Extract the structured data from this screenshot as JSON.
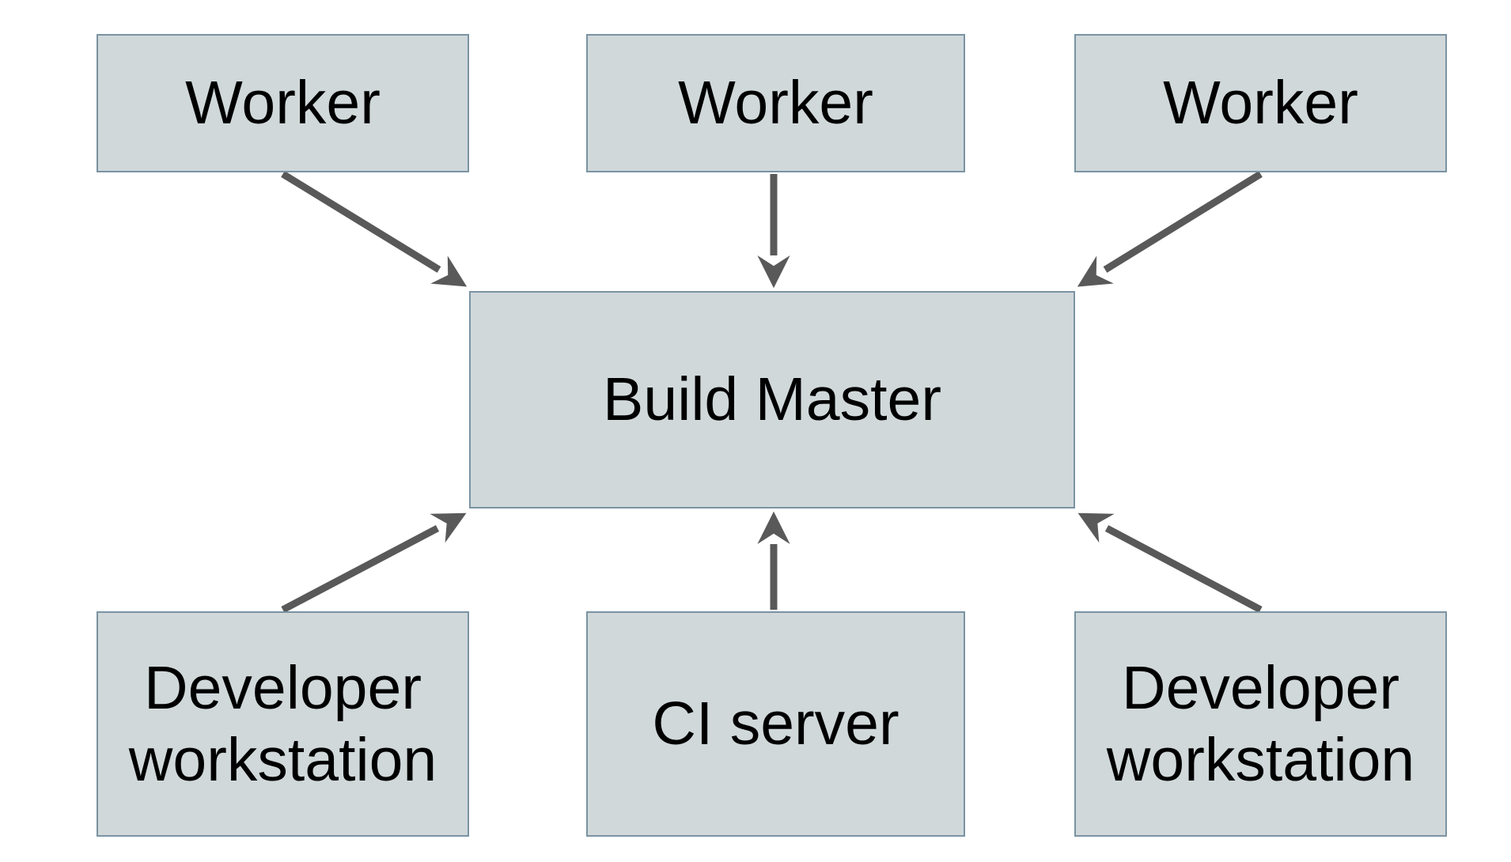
{
  "diagram": {
    "description": "Build farm architecture diagram: three Workers feed into a central Build Master; a CI server and two Developer workstations also send to the Build Master.",
    "nodes": {
      "worker_1": {
        "label": "Worker"
      },
      "worker_2": {
        "label": "Worker"
      },
      "worker_3": {
        "label": "Worker"
      },
      "build_master": {
        "label": "Build Master"
      },
      "dev_workstation_left": {
        "label": "Developer workstation"
      },
      "ci_server": {
        "label": "CI server"
      },
      "dev_workstation_right": {
        "label": "Developer workstation"
      }
    },
    "edges": [
      {
        "from": "worker_1",
        "to": "build_master",
        "direction": "down-right"
      },
      {
        "from": "worker_2",
        "to": "build_master",
        "direction": "down"
      },
      {
        "from": "worker_3",
        "to": "build_master",
        "direction": "down-left"
      },
      {
        "from": "dev_workstation_left",
        "to": "build_master",
        "direction": "up-right"
      },
      {
        "from": "ci_server",
        "to": "build_master",
        "direction": "up"
      },
      {
        "from": "dev_workstation_right",
        "to": "build_master",
        "direction": "up-left"
      }
    ],
    "colors": {
      "node_fill": "#d0d8da",
      "node_border": "#7a93a2",
      "arrow": "#595959",
      "text": "#000000",
      "background": "#ffffff"
    }
  }
}
